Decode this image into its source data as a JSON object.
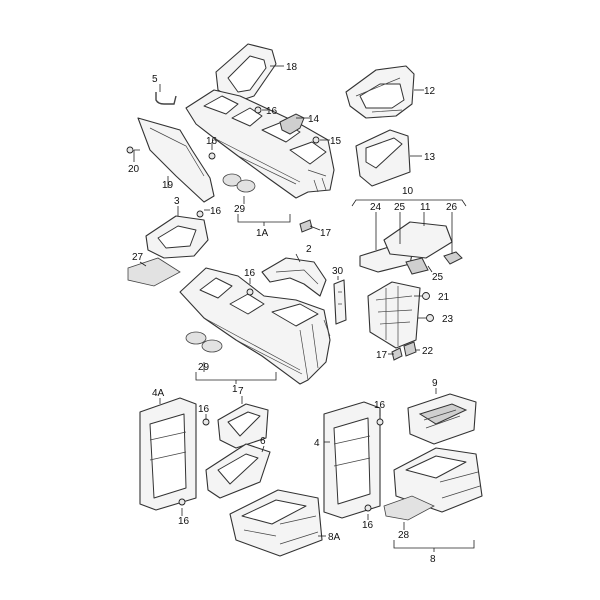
{
  "callouts": [
    {
      "id": "18",
      "label": "18"
    },
    {
      "id": "5",
      "label": "5"
    },
    {
      "id": "16a",
      "label": "16"
    },
    {
      "id": "14",
      "label": "14"
    },
    {
      "id": "16b",
      "label": "16"
    },
    {
      "id": "15",
      "label": "15"
    },
    {
      "id": "20",
      "label": "20"
    },
    {
      "id": "19",
      "label": "19"
    },
    {
      "id": "29a",
      "label": "29"
    },
    {
      "id": "1A",
      "label": "1A"
    },
    {
      "id": "17a",
      "label": "17"
    },
    {
      "id": "12",
      "label": "12"
    },
    {
      "id": "13",
      "label": "13"
    },
    {
      "id": "10",
      "label": "10"
    },
    {
      "id": "24",
      "label": "24"
    },
    {
      "id": "25a",
      "label": "25"
    },
    {
      "id": "11",
      "label": "11"
    },
    {
      "id": "26",
      "label": "26"
    },
    {
      "id": "25b",
      "label": "25"
    },
    {
      "id": "21",
      "label": "21"
    },
    {
      "id": "23",
      "label": "23"
    },
    {
      "id": "22",
      "label": "22"
    },
    {
      "id": "17b",
      "label": "17"
    },
    {
      "id": "3",
      "label": "3"
    },
    {
      "id": "16c",
      "label": "16"
    },
    {
      "id": "27",
      "label": "27"
    },
    {
      "id": "2",
      "label": "2"
    },
    {
      "id": "16d",
      "label": "16"
    },
    {
      "id": "30",
      "label": "30"
    },
    {
      "id": "29b",
      "label": "29"
    },
    {
      "id": "1",
      "label": "1"
    },
    {
      "id": "4A",
      "label": "4A"
    },
    {
      "id": "16e",
      "label": "16"
    },
    {
      "id": "7",
      "label": "7"
    },
    {
      "id": "6",
      "label": "6"
    },
    {
      "id": "16f",
      "label": "16"
    },
    {
      "id": "8A",
      "label": "8A"
    },
    {
      "id": "4",
      "label": "4"
    },
    {
      "id": "16g",
      "label": "16"
    },
    {
      "id": "9",
      "label": "9"
    },
    {
      "id": "16h",
      "label": "16"
    },
    {
      "id": "28",
      "label": "28"
    },
    {
      "id": "8",
      "label": "8"
    }
  ]
}
